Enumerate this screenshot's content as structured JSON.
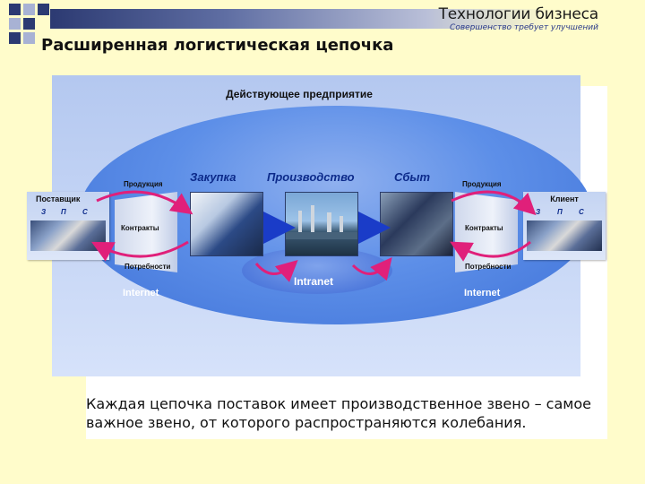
{
  "brand": {
    "title": "Технологии бизнеса",
    "subtitle": "Совершенство требует улучшений"
  },
  "slide_title": "Расширенная логистическая цепочка",
  "diagram": {
    "enterprise_label": "Действующее предприятие",
    "stages": [
      "Закупка",
      "Производство",
      "Сбыт"
    ],
    "intranet_label": "Intranet",
    "internet_label": "Internet",
    "flow_labels": {
      "products": "Продукция",
      "contracts": "Контракты",
      "needs": "Потребности"
    },
    "supplier": {
      "title": "Поставщик",
      "zps": [
        "З",
        "П",
        "С"
      ]
    },
    "client": {
      "title": "Клиент",
      "zps": [
        "З",
        "П",
        "С"
      ]
    }
  },
  "caption": "Каждая цепочка поставок имеет производственное звено – самое важное звено, от которого распространяются колебания.",
  "colors": {
    "background": "#fffccb",
    "ellipse": "#3f72d8",
    "arrow_magenta": "#e0207a",
    "arrow_blue": "#1a3cc8",
    "stage_text": "#0c2a8a"
  }
}
